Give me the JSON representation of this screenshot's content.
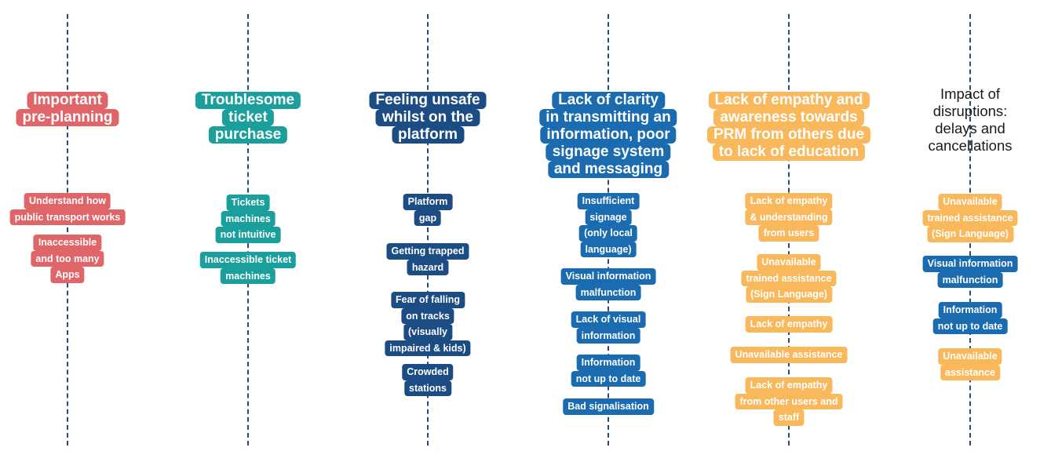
{
  "columns": [
    {
      "id": "pre-planning",
      "color": "#e06569",
      "header_lines": [
        "Important",
        "pre-planning"
      ],
      "items": [
        {
          "lines": [
            "Understand how",
            "public transport works"
          ]
        },
        {
          "lines": [
            "Inaccessible",
            "and too many",
            "Apps"
          ]
        }
      ]
    },
    {
      "id": "ticket-purchase",
      "color": "#1a9f9c",
      "header_lines": [
        "Troublesome",
        "ticket",
        "purchase"
      ],
      "items": [
        {
          "lines": [
            "Tickets",
            "machines",
            "not intuitive"
          ]
        },
        {
          "lines": [
            "Inaccessible ticket",
            "machines"
          ]
        }
      ]
    },
    {
      "id": "unsafe-platform",
      "color": "#1b4d84",
      "header_lines": [
        "Feeling unsafe",
        "whilst on the",
        "platform"
      ],
      "items": [
        {
          "lines": [
            "Platform",
            "gap"
          ]
        },
        {
          "lines": [
            "Getting trapped",
            "hazard"
          ]
        },
        {
          "lines": [
            "Fear of falling",
            "on tracks",
            "(visually",
            "impaired & kids)"
          ]
        },
        {
          "lines": [
            "Crowded",
            "stations"
          ]
        }
      ]
    },
    {
      "id": "lack-of-clarity",
      "color": "#1a6bb0",
      "header_lines": [
        "Lack of clarity",
        "in transmitting an",
        "information, poor",
        "signage system",
        "and messaging"
      ],
      "items": [
        {
          "lines": [
            "Insufficient",
            "signage",
            "(only local",
            "language)"
          ]
        },
        {
          "lines": [
            "Visual information",
            "malfunction"
          ]
        },
        {
          "lines": [
            "Lack of visual",
            "information"
          ]
        },
        {
          "lines": [
            "Information",
            "not up to date"
          ]
        },
        {
          "lines": [
            "Bad signalisation"
          ]
        }
      ]
    },
    {
      "id": "lack-of-empathy",
      "color": "#f9b85c",
      "header_lines": [
        "Lack of empathy and",
        "awareness towards",
        "PRM from others due",
        "to lack of education"
      ],
      "items": [
        {
          "lines": [
            "Lack of empathy",
            "& understanding",
            "from users"
          ]
        },
        {
          "lines": [
            "Unavailable",
            "trained assistance",
            "(Sign Language)"
          ]
        },
        {
          "lines": [
            "Lack of empathy"
          ]
        },
        {
          "lines": [
            "Unavailable  assistance"
          ]
        },
        {
          "lines": [
            "Lack of empathy",
            "from other users and",
            "staff"
          ]
        }
      ]
    },
    {
      "id": "disruptions",
      "color": "#1a6bb0",
      "header_color": "#1a1a1a",
      "header_lines": [
        "Impact of",
        "disruptions:",
        "delays and",
        "cancellations"
      ],
      "items": [
        {
          "lines": [
            "Unavailable",
            "trained assistance",
            "(Sign Language)"
          ],
          "color": "#f9b85c"
        },
        {
          "lines": [
            "Visual information",
            "malfunction"
          ],
          "color": "#1a6bb0"
        },
        {
          "lines": [
            "Information",
            "not up to date"
          ],
          "color": "#1a6bb0"
        },
        {
          "lines": [
            "Unavailable",
            "assistance"
          ],
          "color": "#f9b85c"
        }
      ]
    }
  ]
}
